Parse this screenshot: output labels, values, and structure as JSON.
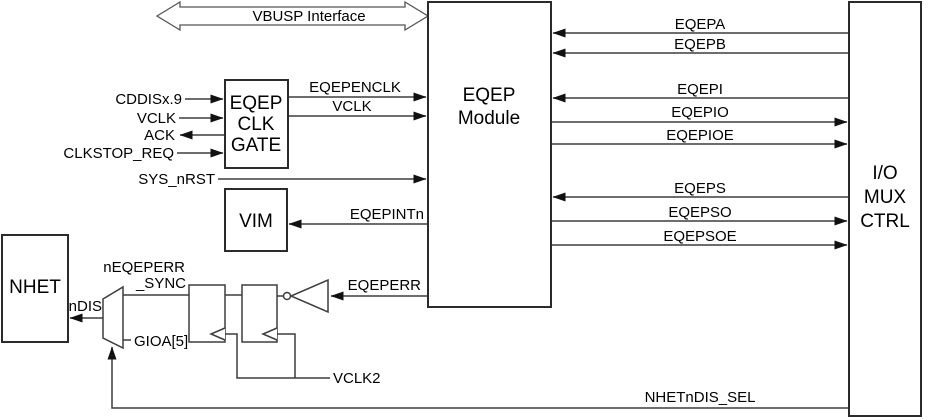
{
  "diagram": {
    "bus_arrow": {
      "label": "VBUSP Interface"
    },
    "blocks": {
      "eqep_module": {
        "lines": [
          "EQEP",
          "Module"
        ]
      },
      "io_mux_ctrl": {
        "lines": [
          "I/O",
          "MUX",
          "CTRL"
        ]
      },
      "eqep_clk_gate": {
        "lines": [
          "EQEP",
          "CLK",
          "GATE"
        ]
      },
      "vim": {
        "label": "VIM"
      },
      "nhet": {
        "label": "NHET"
      }
    },
    "signals": {
      "eqepa": "EQEPA",
      "eqepb": "EQEPB",
      "eqepi": "EQEPI",
      "eqepio": "EQEPIO",
      "eqepioe": "EQEPIOE",
      "eqeps": "EQEPS",
      "eqepso": "EQEPSO",
      "eqepsoe": "EQEPSOE",
      "eqepenclk": "EQEPENCLK",
      "vclk_to_module": "VCLK",
      "sys_nrst": "SYS_nRST",
      "eqepintn": "EQEPINTn",
      "eqeperr": "EQEPERR",
      "cddis": "CDDISx.9",
      "vclk_gate_in": "VCLK",
      "ack": "ACK",
      "clkstop_req": "CLKSTOP_REQ",
      "neqeperr_sync_line1": "nEQEPERR",
      "neqeperr_sync_line2": "_SYNC",
      "ndis": "nDIS",
      "gioa5": "GIOA[5]",
      "vclk2": "VCLK2",
      "nhetndis_sel": "NHETnDIS_SEL"
    },
    "colors": {
      "line": "#3d3d3d",
      "box_border": "#2b2b2b",
      "text": "#000000",
      "background": "#ffffff",
      "arrowhead": "#111111"
    }
  }
}
